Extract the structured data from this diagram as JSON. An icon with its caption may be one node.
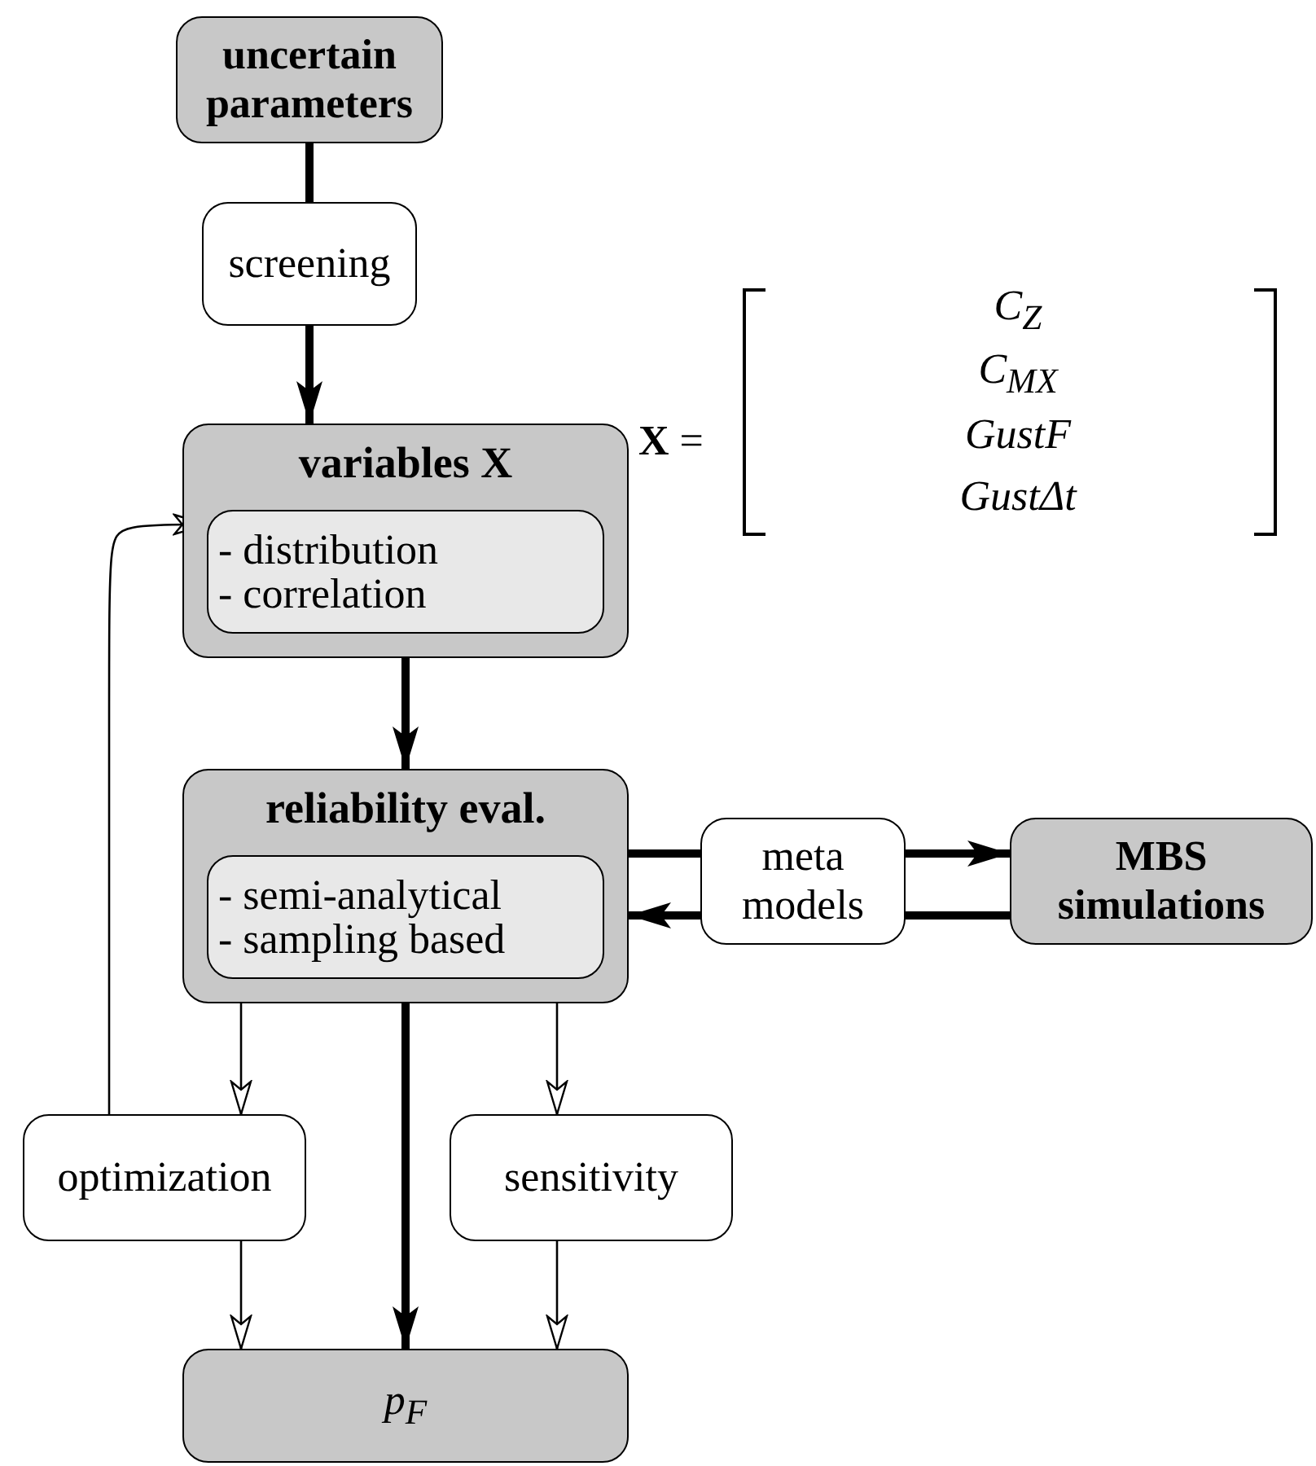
{
  "diagram": {
    "nodes": [
      {
        "text": [
          "uncertain parameters"
        ]
      },
      {
        "text": [
          "screening"
        ]
      },
      {
        "text": [
          "variables X"
        ]
      },
      {
        "text": [
          "- distribution",
          "- correlation"
        ],
        "in": 2
      },
      {
        "text": [
          "reliability eval."
        ]
      },
      {
        "text": [
          "- semi-analytical",
          "- sampling based"
        ],
        "in": 4
      },
      {
        "text": [
          "meta models"
        ]
      },
      {
        "text": [
          "MBS simulations"
        ]
      },
      {
        "text": [
          "optimization"
        ]
      },
      {
        "text": [
          "sensitivity"
        ]
      },
      {
        "text": [
          "p$_{F}$"
        ]
      }
    ],
    "edges": [
      {
        "from": 0,
        "to": 1,
        "arrow": "none"
      },
      {
        "from": 1,
        "to": 2,
        "arrow": "to"
      },
      {
        "from": 2,
        "to": 4,
        "arrow": "to"
      },
      {
        "from": 4,
        "to": 6,
        "arrow": "none"
      },
      {
        "from": 6,
        "to": 7,
        "arrow": "to"
      },
      {
        "from": 7,
        "to": 6,
        "arrow": "none"
      },
      {
        "from": 6,
        "to": 4,
        "arrow": "to"
      },
      {
        "from": 4,
        "to": 8,
        "arrow": "to"
      },
      {
        "from": 4,
        "to": 9,
        "arrow": "to"
      },
      {
        "from": 4,
        "to": 10,
        "arrow": "to"
      },
      {
        "from": 8,
        "to": 10,
        "arrow": "to"
      },
      {
        "from": 9,
        "to": 10,
        "arrow": "to"
      },
      {
        "from": 8,
        "to": 3,
        "arrow": "to"
      }
    ],
    "labels": [
      "**X** =",
      "C$_{Z}$",
      "C$_{MX}$",
      "GustF",
      "GustΔt"
    ]
  }
}
